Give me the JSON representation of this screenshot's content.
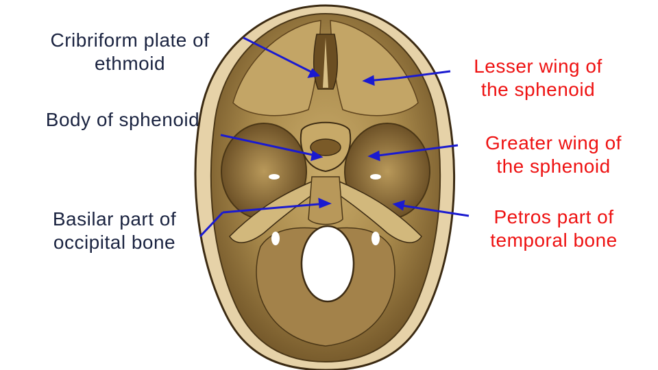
{
  "figure": {
    "colors": {
      "left_labels": "#1a2340",
      "right_labels": "#ee1111",
      "arrows": "#1a1ad0",
      "bone": "#9a7a3e",
      "outline": "#3b2a12"
    }
  },
  "labels": {
    "cribriform": "Cribriform plate of\nethmoid",
    "body_sphenoid": "Body of sphenoid",
    "basilar": "Basilar part of\noccipital bone",
    "lesser_wing": "Lesser wing of\nthe sphenoid",
    "greater_wing": "Greater wing of\nthe sphenoid",
    "petros": "Petros part of\ntemporal bone"
  }
}
